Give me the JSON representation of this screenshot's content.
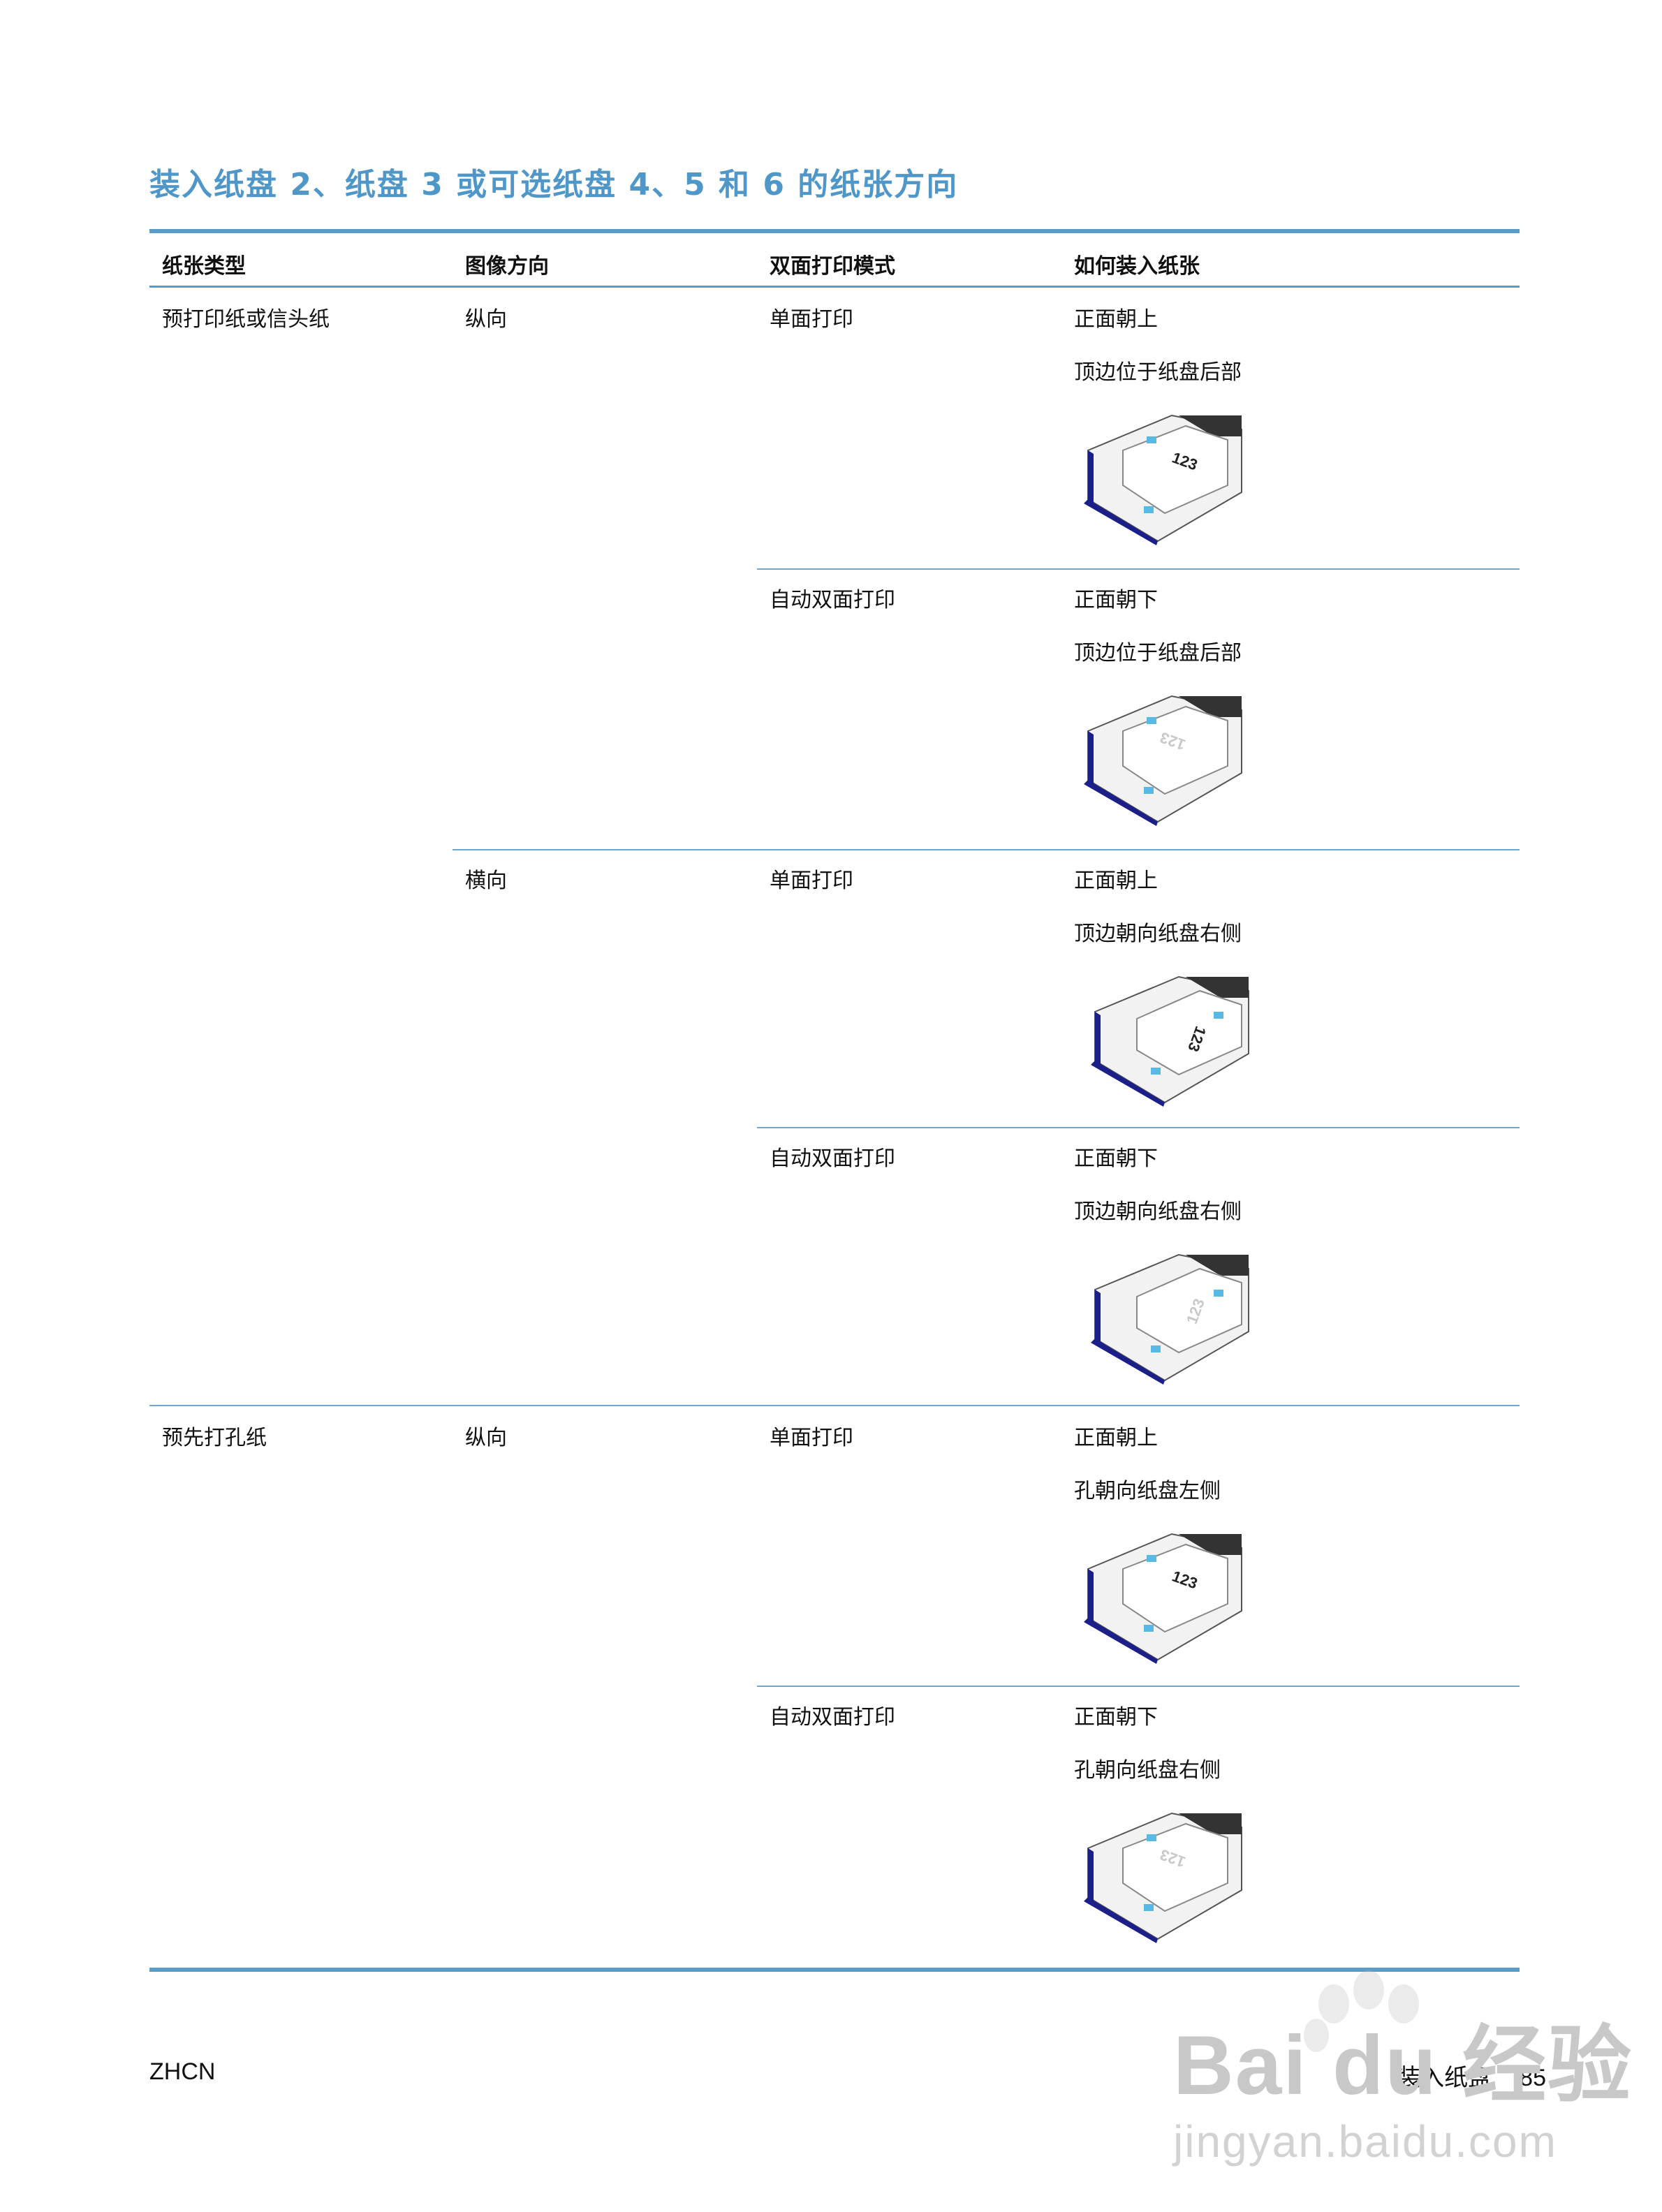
{
  "title": "装入纸盘 2、纸盘 3 或可选纸盘 4、5 和 6 的纸张方向",
  "headers": [
    "纸张类型",
    "图像方向",
    "双面打印模式",
    "如何装入纸张"
  ],
  "rows": [
    {
      "paper_type": "预打印纸或信头纸",
      "orientation": "纵向",
      "mode": "单面打印",
      "load_1": "正面朝上",
      "load_2": "顶边位于纸盘后部",
      "tray_label": "123",
      "tray_icon": "paper-tray-icon"
    },
    {
      "paper_type": "",
      "orientation": "",
      "mode": "自动双面打印",
      "load_1": "正面朝下",
      "load_2": "顶边位于纸盘后部",
      "tray_label": "123",
      "tray_icon": "paper-tray-icon"
    },
    {
      "paper_type": "",
      "orientation": "横向",
      "mode": "单面打印",
      "load_1": "正面朝上",
      "load_2": "顶边朝向纸盘右侧",
      "tray_label": "123",
      "tray_icon": "paper-tray-icon"
    },
    {
      "paper_type": "",
      "orientation": "",
      "mode": "自动双面打印",
      "load_1": "正面朝下",
      "load_2": "顶边朝向纸盘右侧",
      "tray_label": "123",
      "tray_icon": "paper-tray-icon"
    },
    {
      "paper_type": "预先打孔纸",
      "orientation": "纵向",
      "mode": "单面打印",
      "load_1": "正面朝上",
      "load_2": "孔朝向纸盘左侧",
      "tray_label": "123",
      "tray_icon": "paper-tray-icon"
    },
    {
      "paper_type": "",
      "orientation": "",
      "mode": "自动双面打印",
      "load_1": "正面朝下",
      "load_2": "孔朝向纸盘右侧",
      "tray_label": "123",
      "tray_icon": "paper-tray-icon"
    }
  ],
  "footer": {
    "left": "ZHCN",
    "section": "装入纸盘",
    "page": "85"
  },
  "watermark": {
    "brand": "Bai du 经验",
    "url": "jingyan.baidu.com"
  },
  "colors": {
    "accent": "#4f97c9",
    "rule": "#5a9bc8",
    "tray_blue": "#1b1f8a"
  }
}
